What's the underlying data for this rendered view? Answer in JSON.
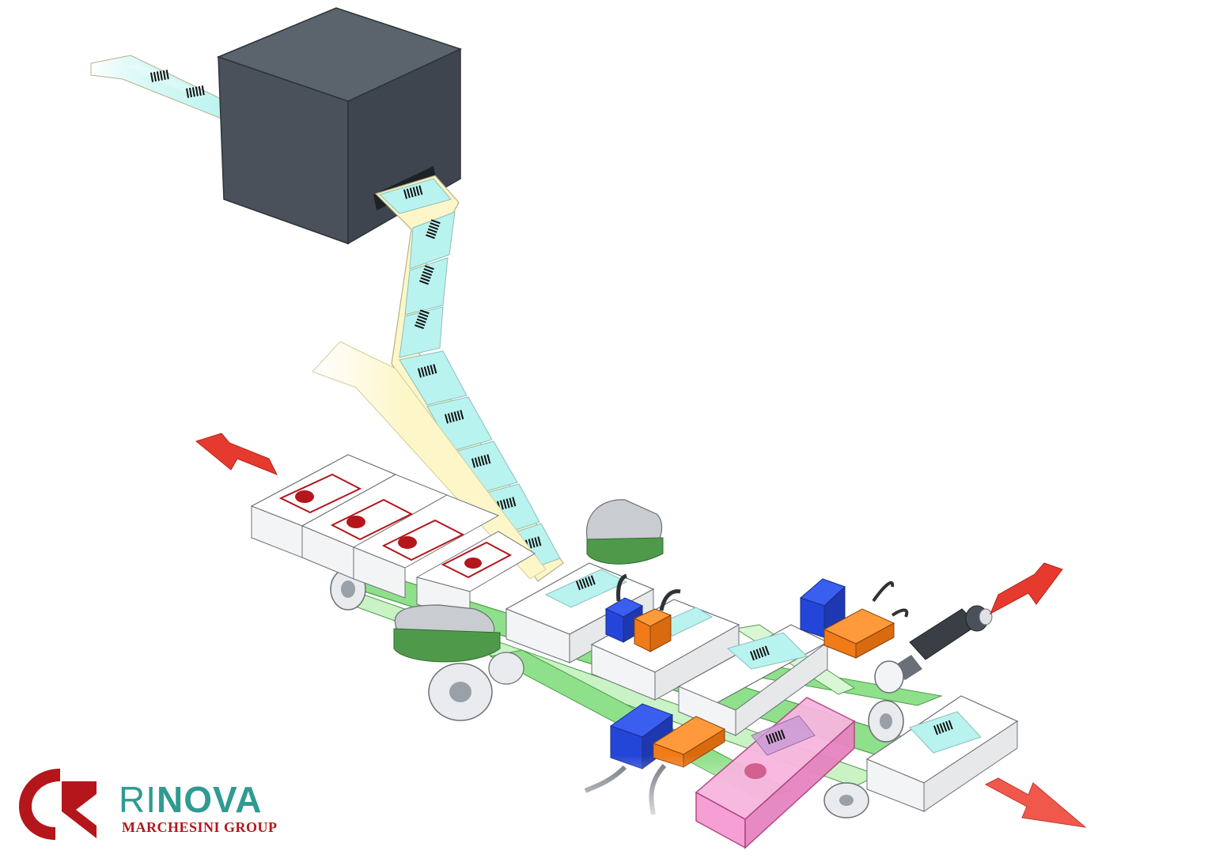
{
  "logo": {
    "word_part1": "RI",
    "word_part2": "NOVA",
    "subtitle": "MARCHESINI GROUP",
    "colors": {
      "teal": "#2f9b91",
      "red": "#b4161b"
    }
  },
  "colors": {
    "printer": "#4a515b",
    "label_web": "#fdf6c8",
    "label": "#b9f3ef",
    "belt": "#8fe08a",
    "carton": "#ffffff",
    "guide": "#c9ccd1",
    "sensor_blue": "#2446d8",
    "sensor_orange": "#f07b18",
    "applicator_pink": "#f59ad2",
    "arrow": "#e63a2e",
    "brand_red": "#b4161b"
  },
  "icons": [
    "printer-box",
    "label-roll",
    "flow-arrow",
    "carton",
    "sensor",
    "pneumatic-cylinder",
    "label-applicator"
  ]
}
